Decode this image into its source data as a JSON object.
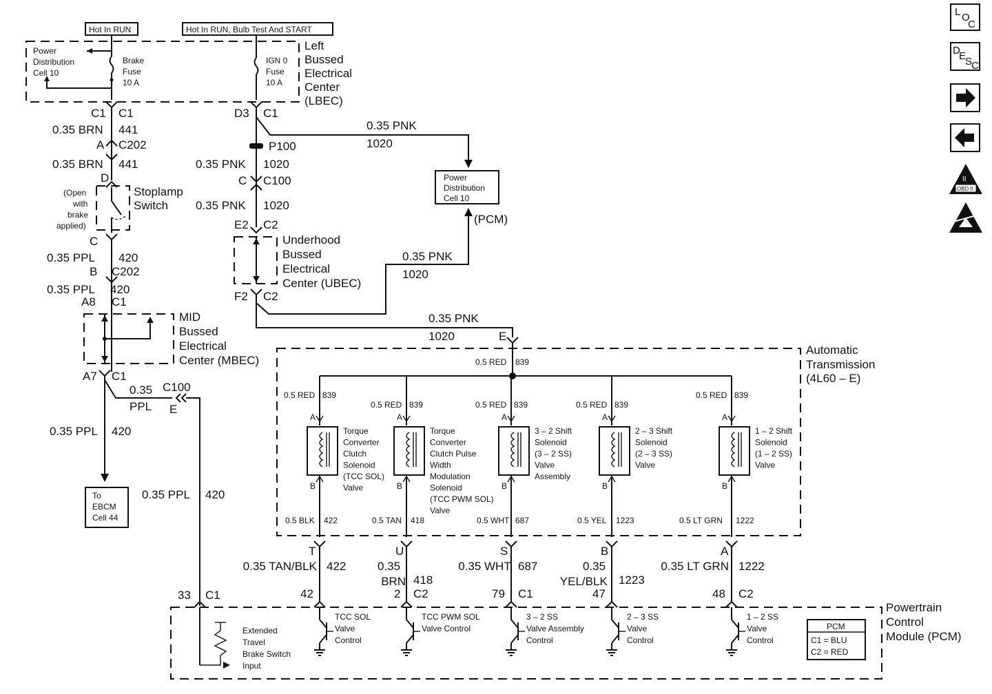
{
  "header": {
    "hot_run": "Hot In RUN",
    "hot_run_bulb": "Hot In RUN, Bulb Test And START"
  },
  "lbec": {
    "l1": "Left",
    "l2": "Bussed",
    "l3": "Electrical",
    "l4": "Center",
    "l5": "(LBEC)",
    "pd1": "Power",
    "pd2": "Distribution",
    "pd3": "Cell 10",
    "brake1": "Brake",
    "brake2": "Fuse",
    "brake3": "10 A",
    "ign1": "IGN 0",
    "ign2": "Fuse",
    "ign3": "10 A"
  },
  "left_circuit": {
    "c1a": "C1",
    "c1b": "C1",
    "w1": "0.35 BRN",
    "c441a": "441",
    "a": "A",
    "c202a": "C202",
    "w2": "0.35 BRN",
    "c441b": "441",
    "d": "D",
    "open1": "(Open",
    "open2": "with",
    "open3": "brake",
    "open4": "applied)",
    "stop1": "Stoplamp",
    "stop2": "Switch",
    "c": "C",
    "w3": "0.35 PPL",
    "c420a": "420",
    "b": "B",
    "c202b": "C202",
    "w4": "0.35 PPL",
    "c420b": "420",
    "a8": "A8",
    "c1c": "C1",
    "mid1": "MID",
    "mid2": "Bussed",
    "mid3": "Electrical",
    "mid4": "Center (MBEC)",
    "a7": "A7",
    "c1d": "C1",
    "ppl_035": "0.35",
    "ppl": "PPL",
    "c100": "C100",
    "e": "E",
    "w5": "0.35 PPL",
    "c420c": "420",
    "ebcm1": "To",
    "ebcm2": "EBCM",
    "ebcm3": "Cell 44",
    "w6": "0.35 PPL",
    "c420d": "420",
    "n33": "33",
    "c1e": "C1"
  },
  "center_circuit": {
    "d3": "D3",
    "c1": "C1",
    "pnk_top": "0.35 PNK",
    "n1020_top": "1020",
    "p100": "P100",
    "w1": "0.35 PNK",
    "c1020a": "1020",
    "c": "C",
    "c100": "C100",
    "w2": "0.35 PNK",
    "c1020b": "1020",
    "e2": "E2",
    "c2a": "C2",
    "ub1": "Underhood",
    "ub2": "Bussed",
    "ub3": "Electrical",
    "ub4": "Center (UBEC)",
    "f2": "F2",
    "c2b": "C2",
    "pnk_mid": "0.35 PNK",
    "n1020_mid": "1020",
    "pnk_low": "0.35 PNK",
    "n1020_low": "1020",
    "e": "E",
    "pd1": "Power",
    "pd2": "Distribution",
    "pd3": "Cell 10",
    "pcm": "(PCM)"
  },
  "transmission": {
    "t1": "Automatic",
    "t2": "Transmission",
    "t3": "(4L60 – E)",
    "top_wire": "0.5 RED",
    "top_num": "839",
    "solenoids": [
      {
        "wire_in": "0.5 RED",
        "num_in": "839",
        "a": "A",
        "b": "B",
        "label": [
          "Torque",
          "Converter",
          "Clutch",
          "Solenoid",
          "(TCC SOL)",
          "Valve"
        ],
        "wire_out": "0.5 BLK",
        "num_out": "422"
      },
      {
        "wire_in": "0.5 RED",
        "num_in": "839",
        "a": "A",
        "b": "B",
        "label": [
          "Torque",
          "Converter",
          "Clutch Pulse",
          "Width",
          "Modulation",
          "Solenoid",
          "(TCC PWM SOL)",
          "Valve"
        ],
        "wire_out": "0.5 TAN",
        "num_out": "418"
      },
      {
        "wire_in": "0.5 RED",
        "num_in": "839",
        "a": "A",
        "b": "B",
        "label": [
          "3 – 2 Shift",
          "Solenoid",
          "(3 – 2 SS)",
          "Valve",
          "Assembly"
        ],
        "wire_out": "0.5 WHT",
        "num_out": "687"
      },
      {
        "wire_in": "0.5 RED",
        "num_in": "839",
        "a": "A",
        "b": "B",
        "label": [
          "2 – 3 Shift",
          "Solenoid",
          "(2 – 3 SS)",
          "Valve"
        ],
        "wire_out": "0.5 YEL",
        "num_out": "1223"
      },
      {
        "wire_in": "0.5 RED",
        "num_in": "839",
        "a": "A",
        "b": "B",
        "label": [
          "1 – 2 Shift",
          "Solenoid",
          "(1 – 2 SS)",
          "Valve"
        ],
        "wire_out": "0.5 LT GRN",
        "num_out": "1222"
      }
    ]
  },
  "bottom_wires": [
    {
      "pin": "T",
      "wire": "0.35 TAN/BLK",
      "wire2": "",
      "num": "422",
      "cpin": "42",
      "conn": ""
    },
    {
      "pin": "U",
      "wire": "0.35",
      "wire2": "BRN",
      "num": "418",
      "cpin": "2",
      "conn": "C2"
    },
    {
      "pin": "S",
      "wire": "0.35 WHT",
      "wire2": "",
      "num": "687",
      "cpin": "79",
      "conn": "C1"
    },
    {
      "pin": "B",
      "wire": "0.35",
      "wire2": "YEL/BLK",
      "num": "1223",
      "cpin": "47",
      "conn": ""
    },
    {
      "pin": "A",
      "wire": "0.35 LT GRN",
      "wire2": "",
      "num": "1222",
      "cpin": "48",
      "conn": "C2"
    }
  ],
  "pcm": {
    "p1": "Powertrain",
    "p2": "Control",
    "p3": "Module (PCM)",
    "ext1": "Extended",
    "ext2": "Travel",
    "ext3": "Brake Switch",
    "ext4": "Input",
    "drivers": [
      [
        "TCC SOL",
        "Valve",
        "Control"
      ],
      [
        "TCC PWM SOL",
        "Valve Control"
      ],
      [
        "3 – 2 SS",
        "Valve Assembly",
        "Control"
      ],
      [
        "2 – 3 SS",
        "Valve",
        "Control"
      ],
      [
        "1 – 2 SS",
        "Valve",
        "Control"
      ]
    ],
    "legend_title": "PCM",
    "legend_c1": "C1 = BLU",
    "legend_c2": "C2 = RED"
  },
  "nav": {
    "loc_l": "L",
    "loc_o": "O",
    "loc_c": "C",
    "desc_d": "D",
    "desc_e": "E",
    "desc_s": "S",
    "desc_c": "C",
    "obd1": "II",
    "obd2": "OBD II"
  }
}
